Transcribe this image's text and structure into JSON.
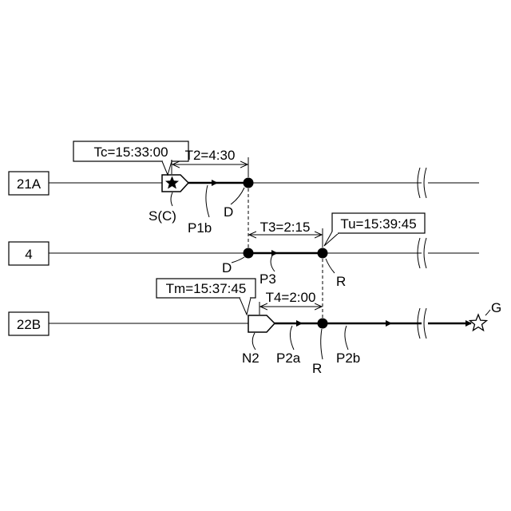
{
  "lines": {
    "line_21a": {
      "label": "21A"
    },
    "line_4": {
      "label": "4"
    },
    "line_22b": {
      "label": "22B"
    }
  },
  "times": {
    "tc": "Tc=15:33:00",
    "tu": "Tu=15:39:45",
    "tm": "Tm=15:37:45"
  },
  "intervals": {
    "t2": "T2=4:30",
    "t3": "T3=2:15",
    "t4": "T4=2:00"
  },
  "points": {
    "start_c": "S(C)",
    "d_21a": "D",
    "d_4": "D",
    "r_4": "R",
    "r_22b": "R",
    "n2": "N2",
    "goal": "G"
  },
  "paths": {
    "p1b": "P1b",
    "p3": "P3",
    "p2a": "P2a",
    "p2b": "P2b"
  }
}
